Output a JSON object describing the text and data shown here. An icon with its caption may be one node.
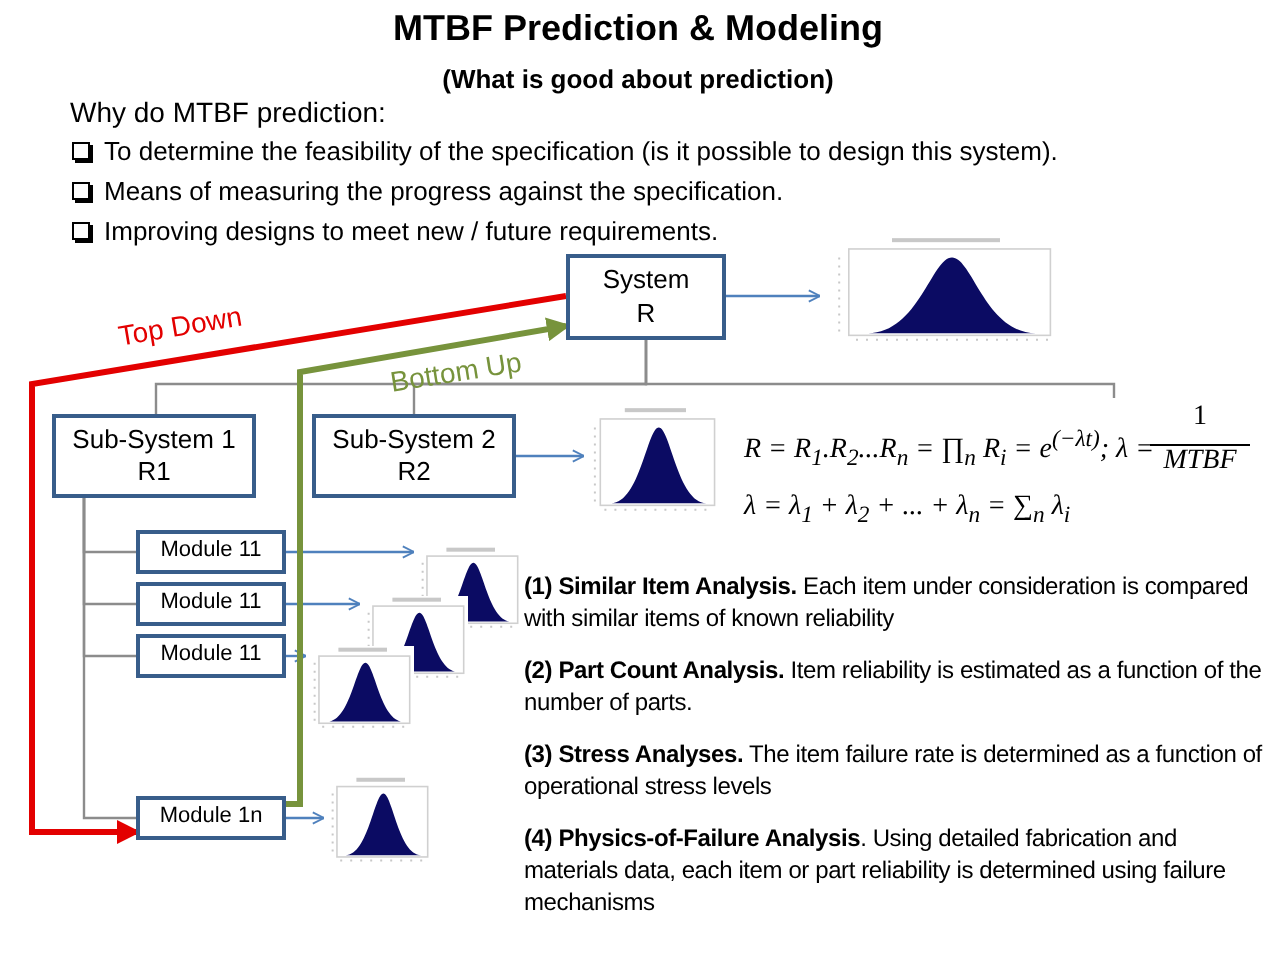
{
  "diagram": {
    "title": "MTBF Prediction & Modeling",
    "nodes": [
      {
        "text": [
          "System R"
        ]
      },
      {
        "text": [
          "Sub-System 1 R1"
        ]
      },
      {
        "text": [
          "Sub-System 2 R2"
        ]
      },
      {
        "text": [
          "Module 11"
        ]
      },
      {
        "text": [
          "Module 11"
        ]
      },
      {
        "text": [
          "Module 11"
        ]
      },
      {
        "text": [
          "Module 1n"
        ]
      },
      {
        "text": [],
        "shape": "picture"
      },
      {
        "text": [],
        "shape": "picture"
      },
      {
        "text": [],
        "shape": "picture"
      },
      {
        "text": [],
        "shape": "picture"
      },
      {
        "text": [],
        "shape": "picture"
      },
      {
        "text": [],
        "shape": "picture"
      }
    ],
    "edges": [
      {
        "from": 0,
        "to": 1,
        "arrow": "none"
      },
      {
        "from": 0,
        "to": 2,
        "arrow": "none"
      },
      {
        "from": 0,
        "to": null,
        "arrow": "none"
      },
      {
        "from": 1,
        "to": 3,
        "arrow": "none"
      },
      {
        "from": 1,
        "to": 4,
        "arrow": "none"
      },
      {
        "from": 1,
        "to": 5,
        "arrow": "none"
      },
      {
        "from": 1,
        "to": 6,
        "arrow": "none"
      },
      {
        "from": 0,
        "to": 7,
        "arrow": "to",
        "color": "#4f81bd"
      },
      {
        "from": 2,
        "to": 8,
        "arrow": "to",
        "color": "#4f81bd"
      },
      {
        "from": 3,
        "to": 9,
        "arrow": "to",
        "color": "#4f81bd"
      },
      {
        "from": 4,
        "to": 10,
        "arrow": "to",
        "color": "#4f81bd"
      },
      {
        "from": 5,
        "to": 11,
        "arrow": "to",
        "color": "#4f81bd"
      },
      {
        "from": 6,
        "to": 12,
        "arrow": "to",
        "color": "#4f81bd"
      },
      {
        "from": 0,
        "to": 6,
        "arrow": "to",
        "label": "Top Down",
        "style": "thick",
        "color": "#e30000"
      },
      {
        "from": 6,
        "to": 0,
        "arrow": "to",
        "label": "Bottom Up",
        "style": "thick",
        "color": "#77933c"
      }
    ],
    "labels": [
      "(What is good about prediction)",
      "Why do MTBF prediction:",
      "To determine the feasibility of the specification (is it possible to design this system).",
      "Means of measuring the progress against the specification.",
      "Improving designs to meet new / future requirements.",
      "R = R$_{1}$.R$_{2}$...R$_{n}$ = ∏$_{n}$ R$_{i}$ = e$^{(−λt)}$; λ =",
      "1",
      "MTBF",
      "λ = λ$_{1}$ + λ$_{2}$ + ... + λ$_{n}$ = ∑$_{n}$ λ$_{i}$",
      "**(1) Similar Item Analysis.** Each item under consideration is compared with similar items of known reliability",
      "**(2) Part Count Analysis.** Item reliability is estimated as a function of the number of parts.",
      "**(3) Stress Analyses.** The item failure rate is determined as a function of operational stress levels",
      "**(4) Physics-of-Failure Analysis**. Using detailed fabrication and materials data, each item or part reliability is determined using failure mechanisms"
    ]
  }
}
